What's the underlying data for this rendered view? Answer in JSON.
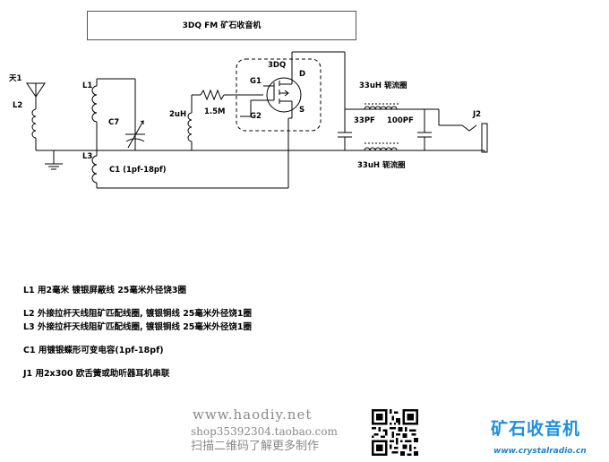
{
  "title": "3DQ FM 矿石收音机",
  "labels": {
    "antenna": "天1",
    "l2": "L2",
    "l1": "L1",
    "l3": "L3",
    "c7": "C7",
    "c1": "C1 (1pf-18pf)",
    "inductor_2uh": "2uH",
    "resistor": "1.5M",
    "fet": "3DQ",
    "g1": "G1",
    "g2": "G2",
    "d": "D",
    "s": "S",
    "choke_top": "33uH 轭流圈",
    "choke_bottom": "33uH 轭流圈",
    "cap_33pf": "33PF",
    "cap_100pf": "100PF",
    "j2": "J2"
  },
  "notes": [
    "L1 用2毫米 镀银屏蔽线 25毫米外径饶3圈",
    "L2 外接拉杆天线阻矿匹配线圈, 镀银铜线 25毫米外径饶1圈",
    "L3 外接拉杆天线阻矿匹配线圈, 镀银铜线 25毫米外径饶1圈",
    "C1 用镀银蝶形可变电容(1pf-18pf)",
    "J1 用2x300 欧舌簧或助听器耳机串联"
  ],
  "watermark": {
    "site": "www.haodiy.net",
    "shop": "shop35392304.taobao.com",
    "scan": "扫描二维码了解更多制作"
  },
  "brand": {
    "name": "矿石收音机",
    "url": "www.crystalradio.cn",
    "color": "#1f8fe0"
  }
}
